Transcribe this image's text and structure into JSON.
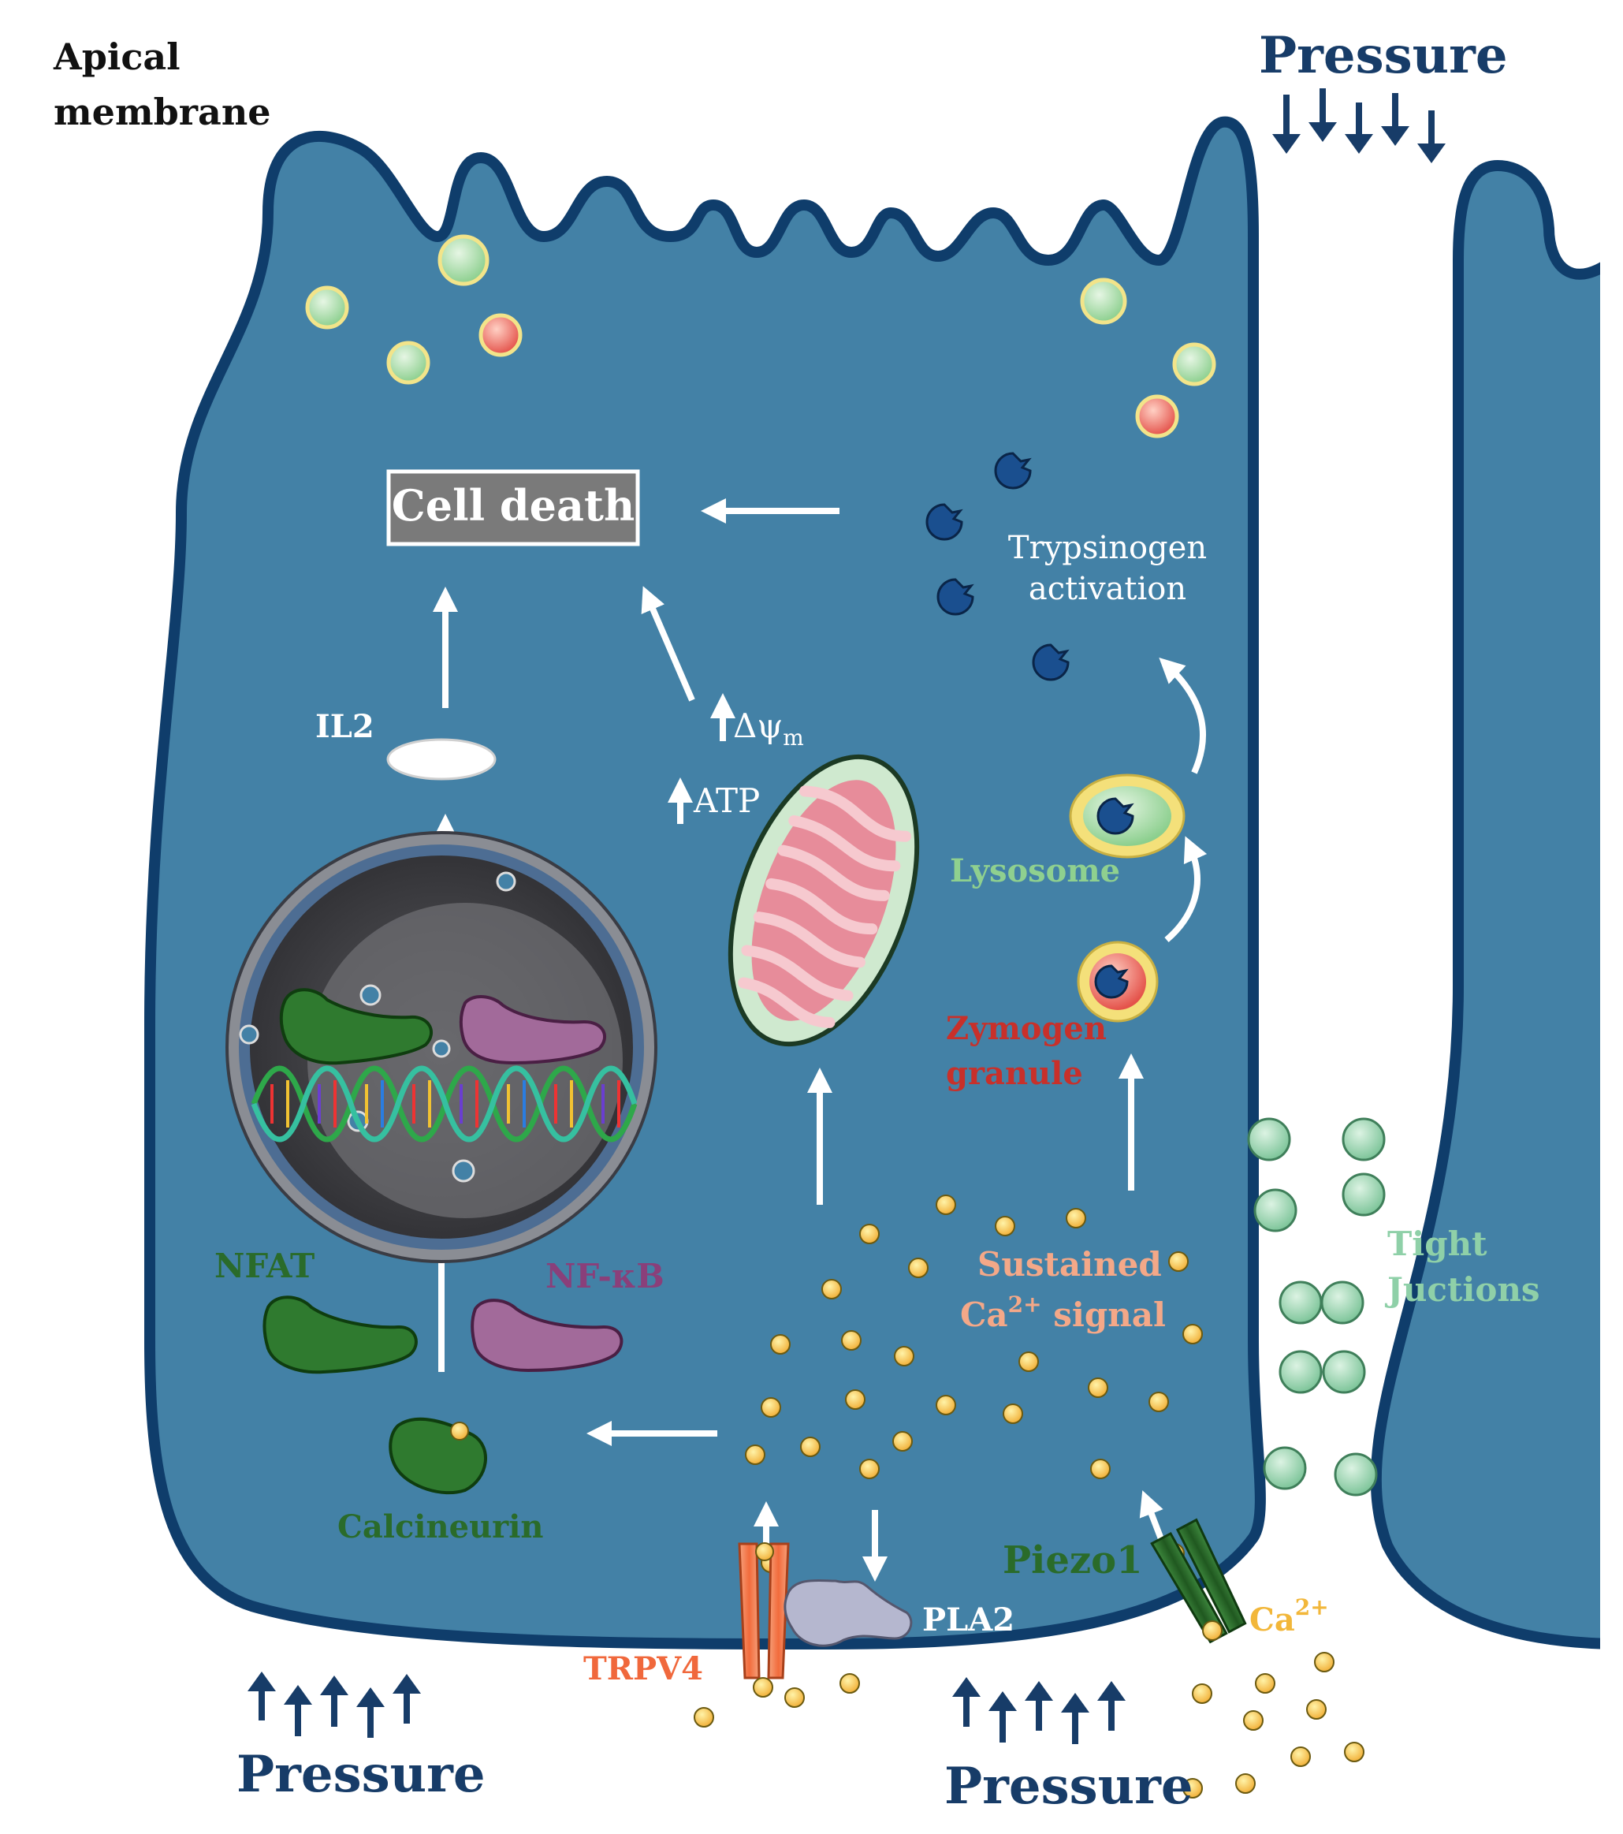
{
  "labels": {
    "apical_line1": "Apical",
    "apical_line2": "membrane",
    "pressure_top": "Pressure",
    "pressure_bottom_left": "Pressure",
    "pressure_bottom_right": "Pressure",
    "cell_death": "Cell death",
    "trypsinogen_line1": "Trypsinogen",
    "trypsinogen_line2": "activation",
    "il2": "IL2",
    "delta_psi": "Δψ",
    "delta_psi_sub": "m",
    "atp": "ATP",
    "lysosome": "Lysosome",
    "zymogen_line1": "Zymogen",
    "zymogen_line2": "granule",
    "tight_line1": "Tight",
    "tight_line2": "Juctions",
    "sustained_line1": "Sustained",
    "sustained_ca": "Ca",
    "sustained_sup": "2+",
    "sustained_signal": " signal",
    "nfat": "NFAT",
    "nfkb": "NF-κB",
    "calcineurin": "Calcineurin",
    "piezo1": "Piezo1",
    "ca_ext": "Ca",
    "ca_ext_sup": "2+",
    "pla2": "PLA2",
    "trpv4": "TRPV4"
  },
  "colors": {
    "cytoplasm": "#4381a6",
    "membrane": "#0f3d6b",
    "text_dark_blue": "#173c68",
    "white": "#ffffff",
    "lysosome_green": "#8fd08f",
    "zymogen_red": "#c8302a",
    "tight_junction": "#8fd0a8",
    "sustained_salmon": "#f4a888",
    "nfat_green": "#2a6b2a",
    "nfkb_purple": "#8a3f7a",
    "piezo_green": "#2a6b2a",
    "ca_yellow": "#f2b73a",
    "trpv4_orange": "#f0683c",
    "pla2_grey": "#ffffff"
  }
}
